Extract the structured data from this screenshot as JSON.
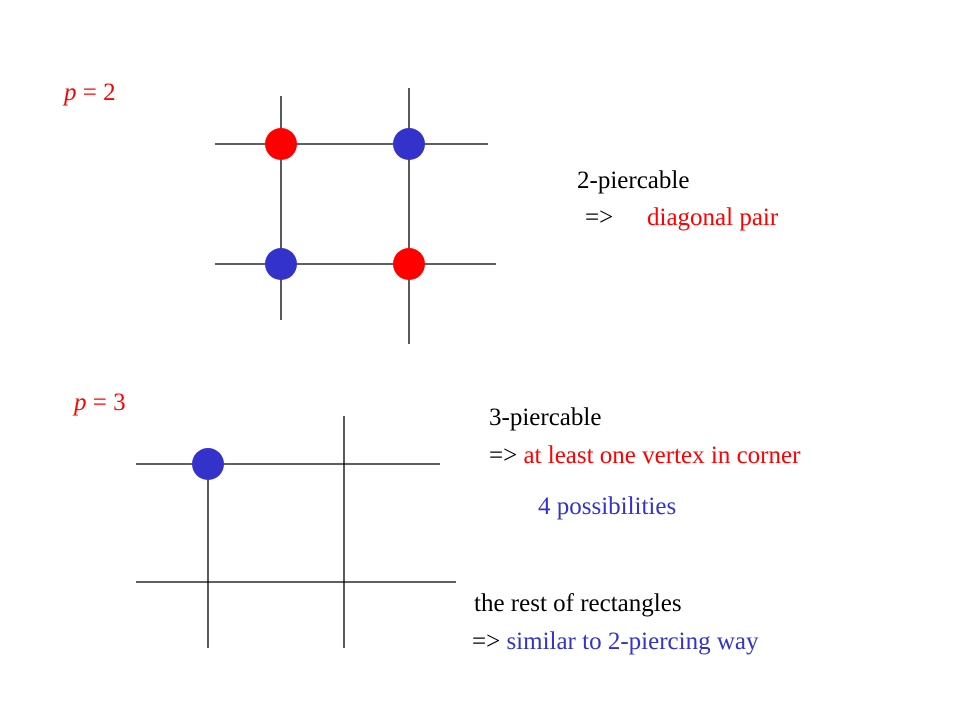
{
  "section1": {
    "p_var": "p",
    "p_eq": " = 2",
    "heading": "2-piercable",
    "arrow": "=>",
    "result": "diagonal pair"
  },
  "section2": {
    "p_var": "p",
    "p_eq": " = 3",
    "heading": "3-piercable",
    "arrow": "=> ",
    "result": "at least one vertex in corner",
    "possibilities": "4 possibilities",
    "rest_heading": "the rest of rectangles",
    "rest_arrow": "=> ",
    "rest_result": "similar to 2-piercing way"
  },
  "colors": {
    "red": "#ff0000",
    "blue": "#3333cc",
    "line": "#000000"
  }
}
